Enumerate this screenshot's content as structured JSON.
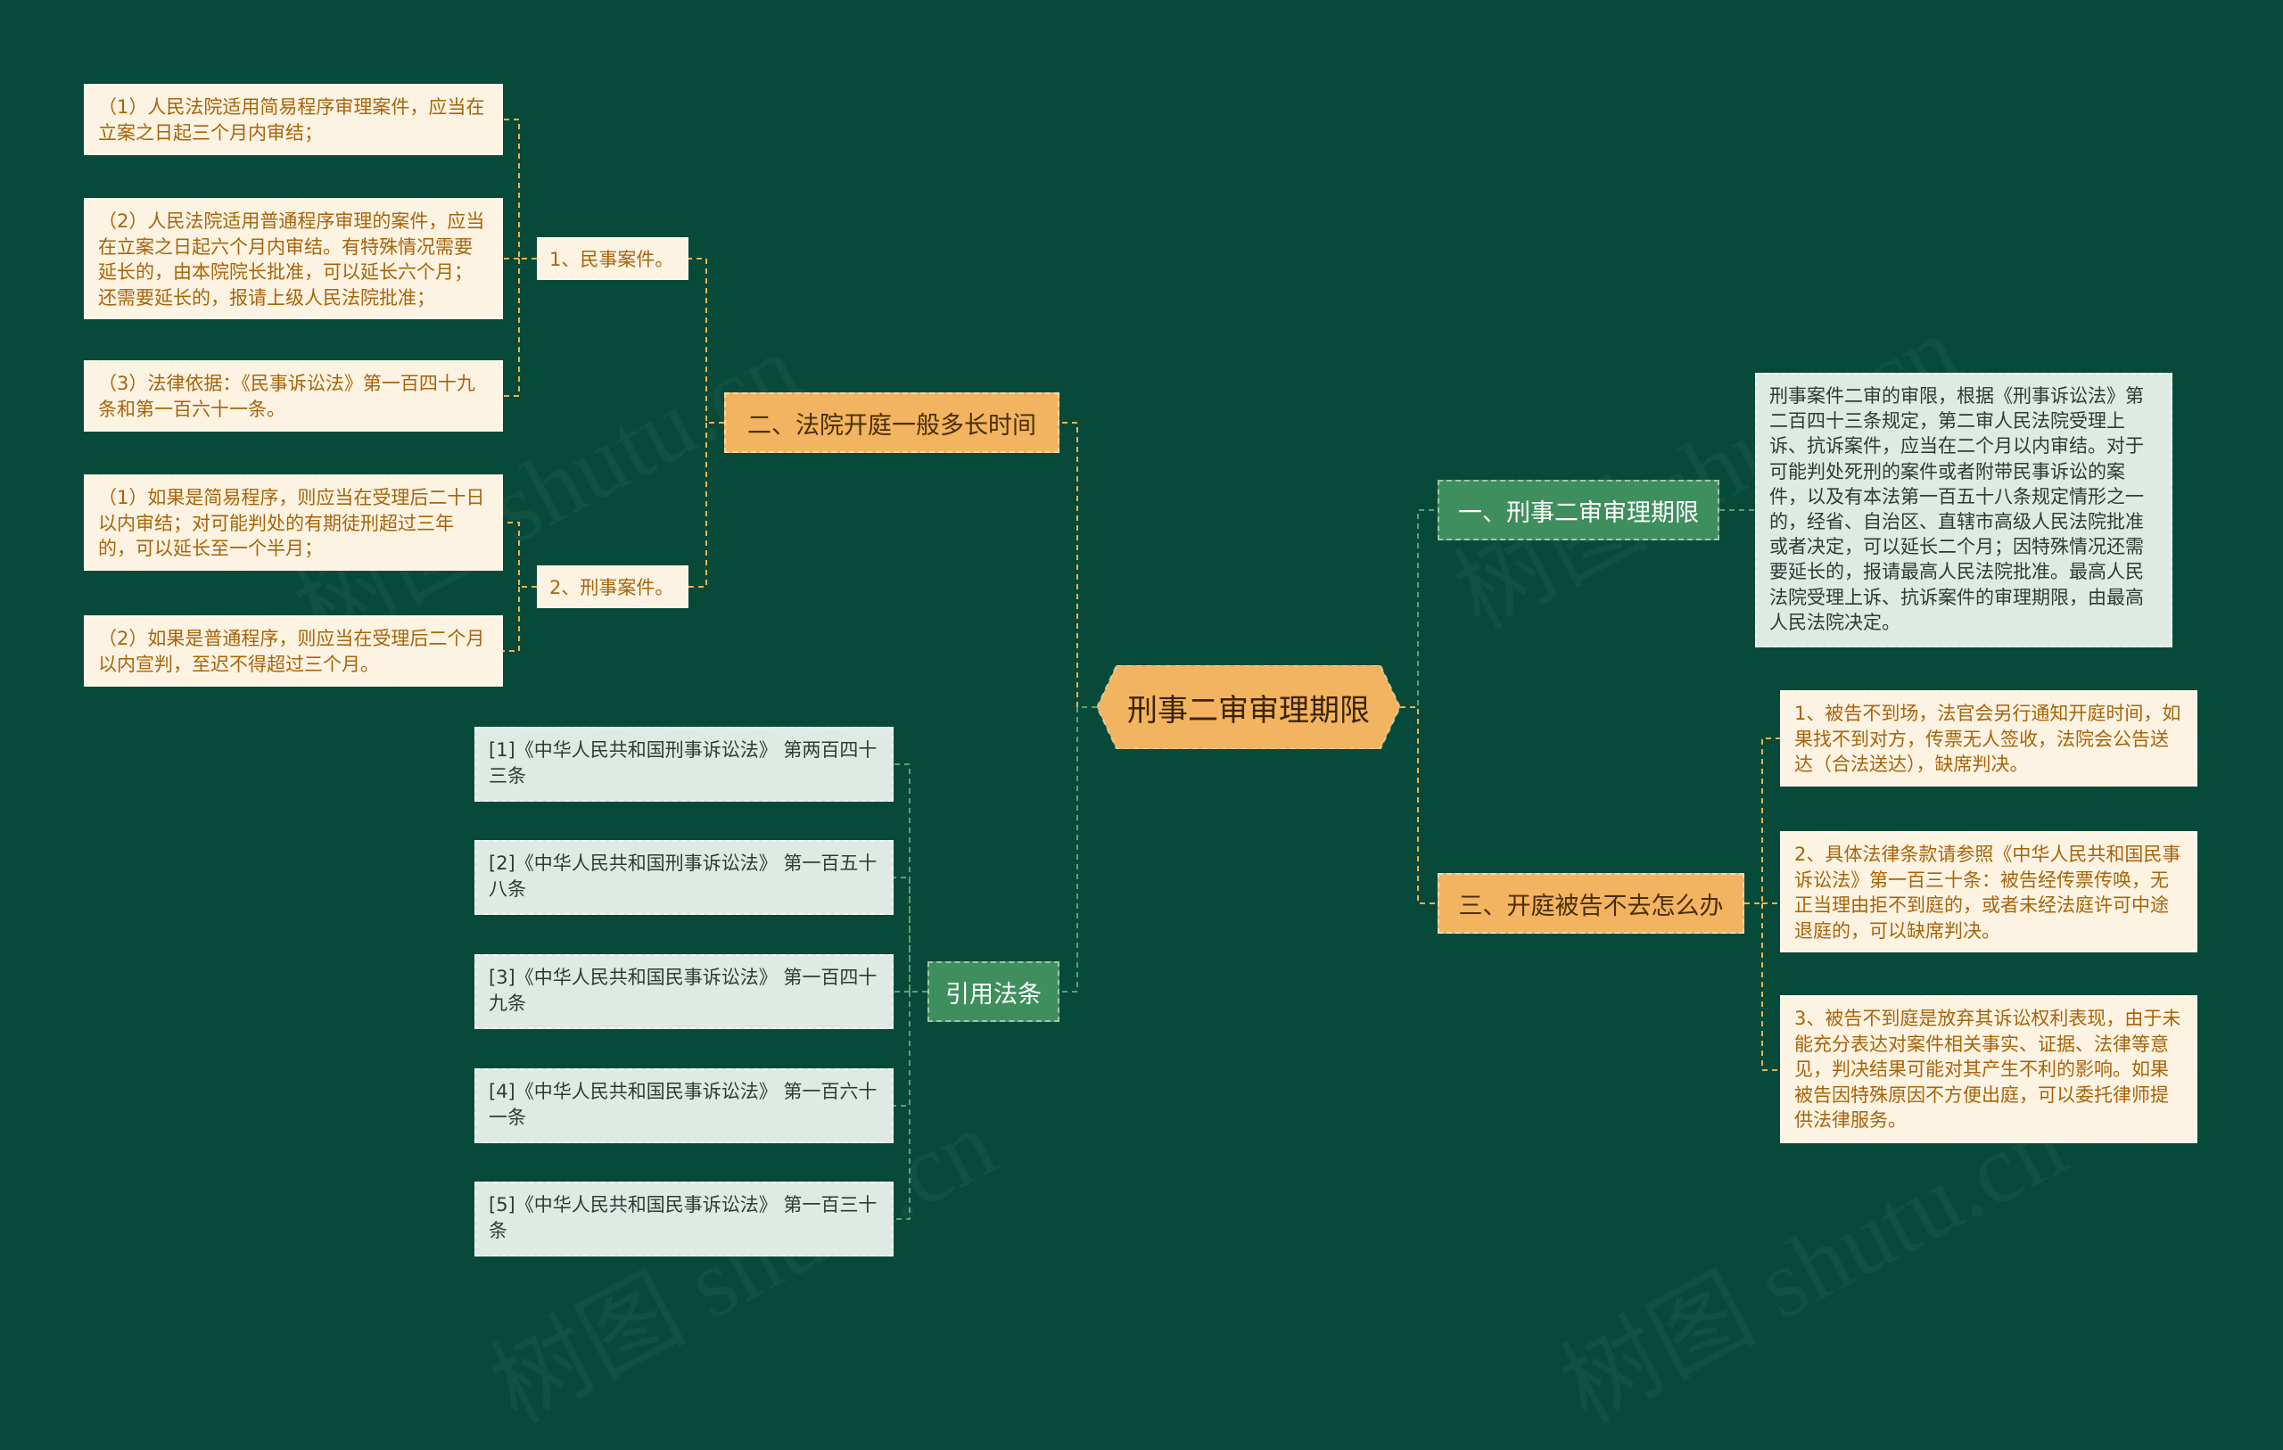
{
  "root": {
    "label": "刑事二审审理期限"
  },
  "branches": {
    "b1": {
      "label": "一、刑事二审审理期限",
      "detail": "刑事案件二审的审限，根据《刑事诉讼法》第二百四十三条规定，第二审人民法院受理上诉、抗诉案件，应当在二个月以内审结。对于可能判处死刑的案件或者附带民事诉讼的案件，以及有本法第一百五十八条规定情形之一的，经省、自治区、直辖市高级人民法院批准或者决定，可以延长二个月；因特殊情况还需要延长的，报请最高人民法院批准。最高人民法院受理上诉、抗诉案件的审理期限，由最高人民法院决定。"
    },
    "b2": {
      "label": "二、法院开庭一般多长时间",
      "civil": {
        "label": "1、民事案件。",
        "items": [
          "（1）人民法院适用简易程序审理案件，应当在立案之日起三个月内审结；",
          "（2）人民法院适用普通程序审理的案件，应当在立案之日起六个月内审结。有特殊情况需要延长的，由本院院长批准，可以延长六个月；还需要延长的，报请上级人民法院批准；",
          "（3）法律依据：《民事诉讼法》第一百四十九条和第一百六十一条。"
        ]
      },
      "criminal": {
        "label": "2、刑事案件。",
        "items": [
          "（1）如果是简易程序，则应当在受理后二十日以内审结；对可能判处的有期徒刑超过三年的，可以延长至一个半月；",
          "（2）如果是普通程序，则应当在受理后二个月以内宣判，至迟不得超过三个月。"
        ]
      }
    },
    "b3": {
      "label": "三、开庭被告不去怎么办",
      "items": [
        "1、被告不到场，法官会另行通知开庭时间，如果找不到对方，传票无人签收，法院会公告送达（合法送达），缺席判决。",
        "2、具体法律条款请参照《中华人民共和国民事诉讼法》第一百三十条：被告经传票传唤，无正当理由拒不到庭的，或者未经法庭许可中途退庭的，可以缺席判决。",
        "3、被告不到庭是放弃其诉讼权利表现，由于未能充分表达对案件相关事实、证据、法律等意见，判决结果可能对其产生不利的影响。如果被告因特殊原因不方便出庭，可以委托律师提供法律服务。"
      ]
    },
    "b4": {
      "label": "引用法条",
      "items": [
        "[1]《中华人民共和国刑事诉讼法》 第两百四十三条",
        "[2]《中华人民共和国刑事诉讼法》 第一百五十八条",
        "[3]《中华人民共和国民事诉讼法》 第一百四十九条",
        "[4]《中华人民共和国民事诉讼法》 第一百六十一条",
        "[5]《中华人民共和国民事诉讼法》 第一百三十条"
      ]
    }
  },
  "colors": {
    "background": "#074a3a",
    "orange": "#f2b460",
    "green": "#3f8f5e",
    "cream": "#fdf3e2",
    "mint": "#deeae3",
    "line_orange": "#e8b24e",
    "line_green": "#5f9f78"
  },
  "watermark": "树图 shutu.cn"
}
